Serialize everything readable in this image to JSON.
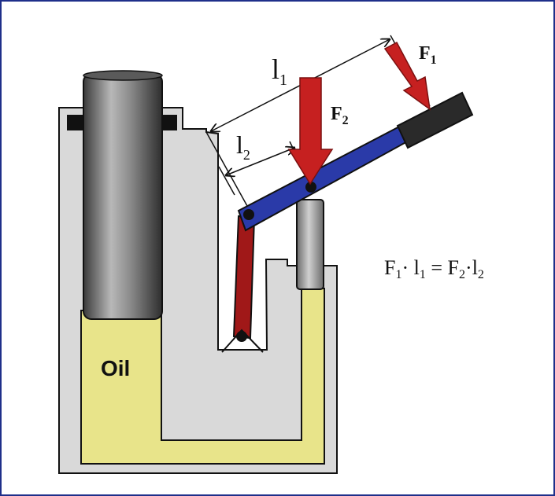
{
  "labels": {
    "l1_main": "l",
    "l1_sub": "1",
    "l2_main": "l",
    "l2_sub": "2",
    "F1_main": "F",
    "F1_sub": "1",
    "F2_main": "F",
    "F2_sub": "2",
    "oil": "Oil",
    "formula": {
      "a": "F",
      "a_sub": "1",
      "dot1": "·",
      "b": " l",
      "b_sub": "1",
      "eq": " = ",
      "c": "F",
      "c_sub": "2",
      "dot2": "·",
      "d": "l",
      "d_sub": "2"
    }
  },
  "colors": {
    "frame": "#1e2f8a",
    "casing": "#d8d8d8",
    "oil": "#e8e48a",
    "lever": "#2a3aa8",
    "handle_grip": "#2a2a2a",
    "arm": "#a01818",
    "force_arrow": "#c62020",
    "piston": "#7a7a7a",
    "outline": "#111111"
  }
}
